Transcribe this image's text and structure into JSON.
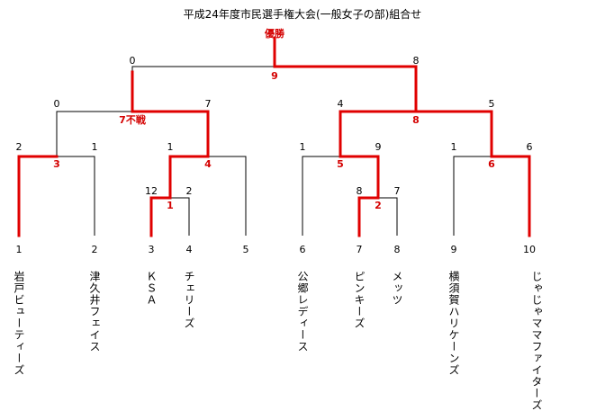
{
  "title": "平成24年度市民選手権大会(一般女子の部)組合せ",
  "champion_label": "優勝",
  "colors": {
    "line": "#000000",
    "win": "#e00000",
    "score_red": "#d40000"
  },
  "slots": [
    {
      "number": "1",
      "team": "岩戸ビューティーズ"
    },
    {
      "number": "2",
      "team": "津久井フェイス"
    },
    {
      "number": "3",
      "team": "ＫＳＡ"
    },
    {
      "number": "4",
      "team": "チェリーズ"
    },
    {
      "number": "5",
      "team": ""
    },
    {
      "number": "6",
      "team": "公郷レディース"
    },
    {
      "number": "7",
      "team": "ピンキーズ"
    },
    {
      "number": "8",
      "team": "メッツ"
    },
    {
      "number": "9",
      "team": "横須賀ハリケーンズ"
    },
    {
      "number": "10",
      "team": "じゃじゃママファイターズ"
    }
  ],
  "matches": [
    {
      "id": "m1",
      "left_score": "12",
      "right_score": "2",
      "match_no": "1"
    },
    {
      "id": "m2",
      "left_score": "8",
      "right_score": "7",
      "match_no": "2"
    },
    {
      "id": "m3",
      "left_score": "2",
      "right_score": "1",
      "match_no": "3"
    },
    {
      "id": "m4",
      "left_score": "1",
      "right_score": "",
      "match_no": "4"
    },
    {
      "id": "m5",
      "left_score": "1",
      "right_score": "9",
      "match_no": "5"
    },
    {
      "id": "m6",
      "left_score": "1",
      "right_score": "6",
      "match_no": "6"
    },
    {
      "id": "m7",
      "left_score": "0",
      "right_score": "7",
      "match_no": "7不戦"
    },
    {
      "id": "m8",
      "left_score": "4",
      "right_score": "5",
      "match_no": "8"
    },
    {
      "id": "m9",
      "left_score": "0",
      "right_score": "8",
      "match_no": "9"
    }
  ]
}
